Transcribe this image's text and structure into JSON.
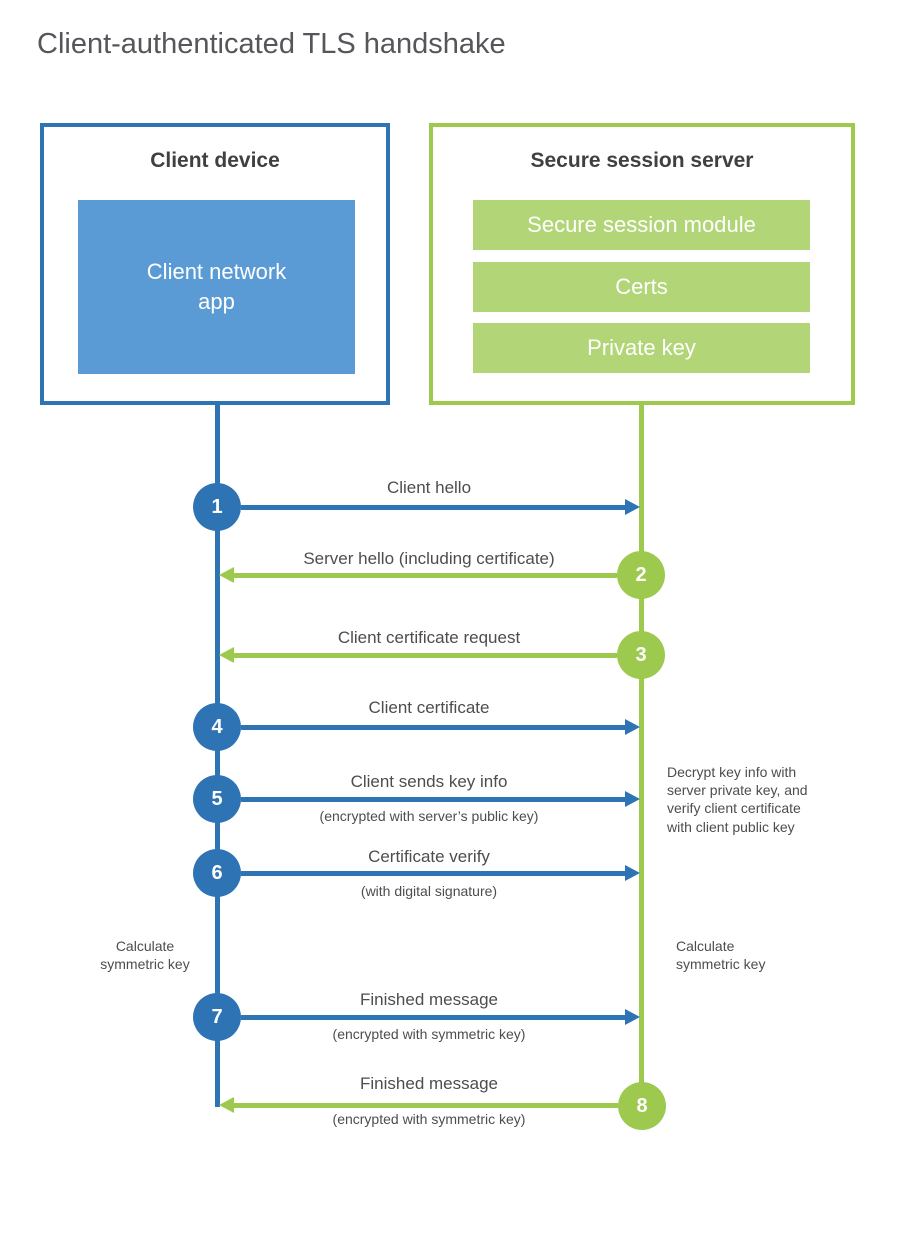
{
  "title": "Client-authenticated TLS handshake",
  "client_box": {
    "heading": "Client device",
    "app_label": "Client network\napp"
  },
  "server_box": {
    "heading": "Secure session server",
    "modules": [
      "Secure session module",
      "Certs",
      "Private key"
    ]
  },
  "steps": [
    {
      "num": "1",
      "label": "Client hello"
    },
    {
      "num": "2",
      "label": "Server hello (including certificate)"
    },
    {
      "num": "3",
      "label": "Client certificate request"
    },
    {
      "num": "4",
      "label": "Client certificate"
    },
    {
      "num": "5",
      "label": "Client sends key info",
      "sub": "(encrypted with server’s public key)"
    },
    {
      "num": "6",
      "label": "Certificate verify",
      "sub": "(with digital signature)"
    },
    {
      "num": "7",
      "label": "Finished message",
      "sub": "(encrypted with symmetric key)"
    },
    {
      "num": "8",
      "label": "Finished message",
      "sub": "(encrypted with symmetric key)"
    }
  ],
  "notes": {
    "server_decrypt": "Decrypt key info with\nserver private key, and\nverify client certificate\nwith client public key",
    "calc_left": "Calculate\nsymmetric key",
    "calc_right": "Calculate\nsymmetric key"
  },
  "colors": {
    "blue": "#2e74b5",
    "blue_light": "#5b9bd5",
    "green": "#9cc94e",
    "green_light": "#b2d677",
    "heading_text": "#3e4043",
    "label_text": "#4c4d4f",
    "title_text": "#54565a"
  }
}
